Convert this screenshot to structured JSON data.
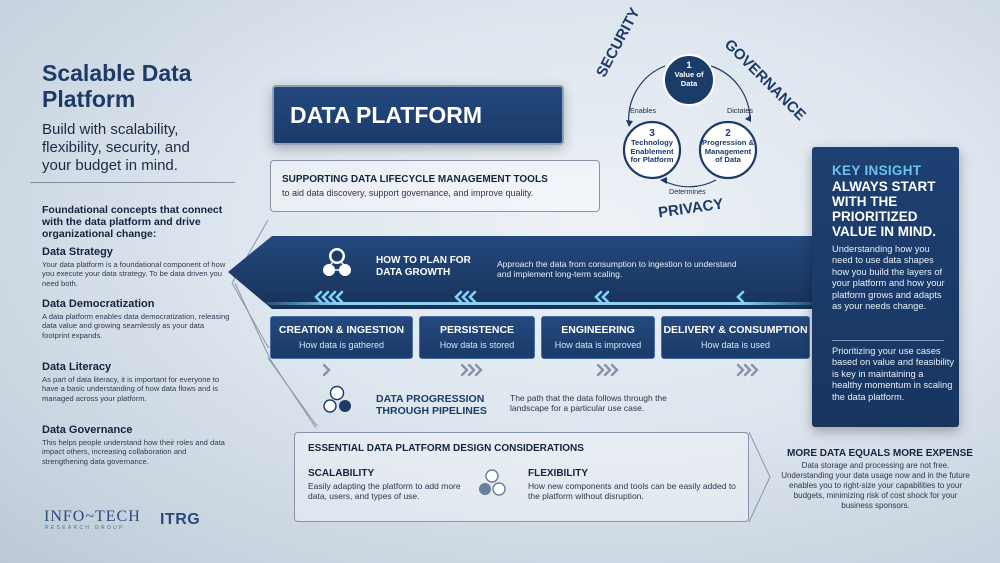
{
  "header": {
    "title": "Scalable Data Platform",
    "subtitle": "Build with scalability, flexibility, security, and your budget in mind."
  },
  "concepts": {
    "intro": "Foundational concepts that connect with the data platform and drive organizational change:",
    "items": [
      {
        "title": "Data Strategy",
        "text": "Your data platform is a foundational component of how you execute your data strategy. To be data driven you need both."
      },
      {
        "title": "Data Democratization",
        "text": "A data platform enables data democratization, releasing data value and growing seamlessly as your data footprint expands."
      },
      {
        "title": "Data Literacy",
        "text": "As part of data literacy, it is important for everyone to have a basic understanding of how data flows and is managed across your platform."
      },
      {
        "title": "Data Governance",
        "text": "This helps people understand how their roles and data impact others, increasing collaboration and strengthening data governance."
      }
    ]
  },
  "logos": {
    "infotech": "INFO~TECH",
    "infotech_sub": "RESEARCH GROUP",
    "itrg": "ITRG"
  },
  "platform": {
    "title": "DATA PLATFORM",
    "tools_title": "SUPPORTING DATA LIFECYCLE MANAGEMENT TOOLS",
    "tools_text": "to aid data discovery, support governance, and improve quality."
  },
  "plan": {
    "title_line1": "HOW TO PLAN FOR",
    "title_line2": "DATA GROWTH",
    "text": "Approach the data from consumption to ingestion to understand and implement long-term scaling."
  },
  "stages": [
    {
      "name": "CREATION & INGESTION",
      "sub": "How data is gathered"
    },
    {
      "name": "PERSISTENCE",
      "sub": "How data is stored"
    },
    {
      "name": "ENGINEERING",
      "sub": "How data is improved"
    },
    {
      "name": "DELIVERY & CONSUMPTION",
      "sub": "How data is used"
    }
  ],
  "progression": {
    "title_line1": "DATA PROGRESSION",
    "title_line2": "THROUGH PIPELINES",
    "text": "The path that the data follows through the landscape for a particular use case."
  },
  "design": {
    "title": "ESSENTIAL DATA PLATFORM DESIGN CONSIDERATIONS",
    "scalability_title": "SCALABILITY",
    "scalability_text": "Easily adapting the platform to add more data, users, and types of use.",
    "flexibility_title": "FLEXIBILITY",
    "flexibility_text": "How new components and tools can be easily added to the platform without disruption."
  },
  "cycle": {
    "words": {
      "security": "SECURITY",
      "governance": "GOVERNANCE",
      "privacy": "PRIVACY"
    },
    "nodes": [
      {
        "num": "1",
        "line1": "Value of",
        "line2": "Data"
      },
      {
        "num": "2",
        "line1": "Progression &",
        "line2": "Management",
        "line3": "of Data"
      },
      {
        "num": "3",
        "line1": "Technology",
        "line2": "Enablement",
        "line3": "for Platform"
      }
    ],
    "edges": {
      "enables": "Enables",
      "dictates": "Dictates",
      "determines": "Determines"
    }
  },
  "insight": {
    "label": "KEY INSIGHT",
    "headline": "ALWAYS START WITH THE PRIORITIZED VALUE IN MIND.",
    "para1": "Understanding how you need to use data shapes how you build the layers of your platform and how your platform grows and adapts as your needs change.",
    "para2": "Prioritizing your use cases based on value and feasibility is key in maintaining a healthy momentum in scaling the data platform."
  },
  "expense": {
    "title": "MORE DATA EQUALS MORE EXPENSE",
    "text": "Data storage and processing are not free. Understanding your data usage now and in the future enables you to right-size your capabilities to your budgets, minimizing risk of cost shock for your business sponsors."
  },
  "colors": {
    "navy": "#1b3b69",
    "accent": "#6fc0ef",
    "glow": "#7fd3ff"
  },
  "icons": [
    "people-network-icon",
    "chevrons-left-icon",
    "chevrons-right-icon"
  ]
}
